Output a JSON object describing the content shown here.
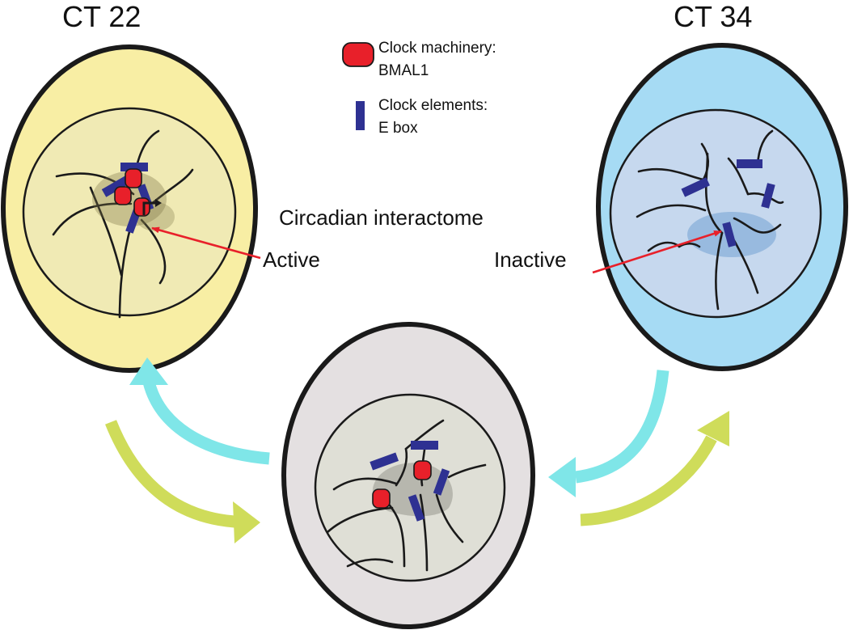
{
  "titles": {
    "left": "CT  22",
    "right": "CT 34"
  },
  "legend": {
    "machinery_line1": "Clock machinery:",
    "machinery_line2": "BMAL1",
    "elements_line1": "Clock elements:",
    "elements_line2": "E box"
  },
  "center_label": "Circadian interactome",
  "state_labels": {
    "active": "Active",
    "inactive": "Inactive"
  },
  "colors": {
    "cell_left_fill": "#f8eea4",
    "nucleus_left_fill": "#f0eab4",
    "cell_right_fill": "#a6dbf4",
    "nucleus_right_fill": "#c6d8ee",
    "cell_bottom_fill": "#e4e0e1",
    "nucleus_bottom_fill": "#dfdfd6",
    "bmal1_red": "#e8202a",
    "ebox_blue": "#2e3192",
    "pointer_red": "#e8202a",
    "arrow_cyan": "#7fe6e8",
    "arrow_olive": "#cfdc5a"
  }
}
